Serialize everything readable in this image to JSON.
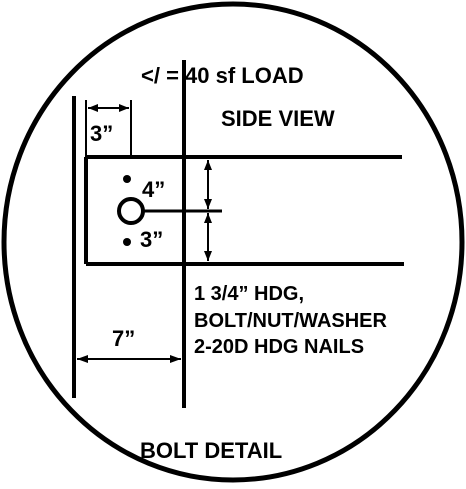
{
  "diagram": {
    "load_label": "</ = 40 sf LOAD",
    "view_label": "SIDE VIEW",
    "dim_edge": "3”",
    "dim_upper": "4”",
    "dim_lower": "3”",
    "dim_width": "7”",
    "note_line1": "1 3/4” HDG,",
    "note_line2": "BOLT/NUT/WASHER",
    "note_line3": "2-20D HDG NAILS",
    "title": "BOLT DETAIL"
  },
  "colors": {
    "ink": "#000000",
    "paper": "#ffffff"
  }
}
